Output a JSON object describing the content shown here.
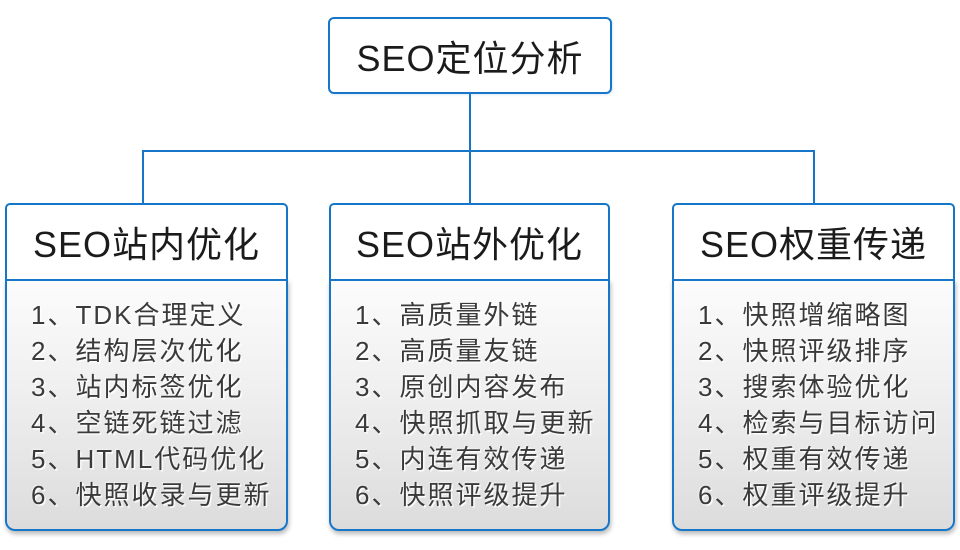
{
  "diagram": {
    "root": {
      "label": "SEO定位分析"
    },
    "columns": [
      {
        "title": "SEO站内优化",
        "items": [
          "1、TDK合理定义",
          "2、结构层次优化",
          "3、站内标签优化",
          "4、空链死链过滤",
          "5、HTML代码优化",
          "6、快照收录与更新"
        ]
      },
      {
        "title": "SEO站外优化",
        "items": [
          "1、高质量外链",
          "2、高质量友链",
          "3、原创内容发布",
          "4、快照抓取与更新",
          "5、内连有效传递",
          "6、快照评级提升"
        ]
      },
      {
        "title": "SEO权重传递",
        "items": [
          "1、快照增缩略图",
          "2、快照评级排序",
          "3、搜索体验优化",
          "4、检索与目标访问",
          "5、权重有效传递",
          "6、权重评级提升"
        ]
      }
    ],
    "colors": {
      "accent_blue": "#1776C8",
      "header_text": "#1b1b1b",
      "list_text": "#3a3a3a",
      "list_gradient_top": "#fcfcfc",
      "list_gradient_bottom": "#dcdcdc"
    }
  }
}
